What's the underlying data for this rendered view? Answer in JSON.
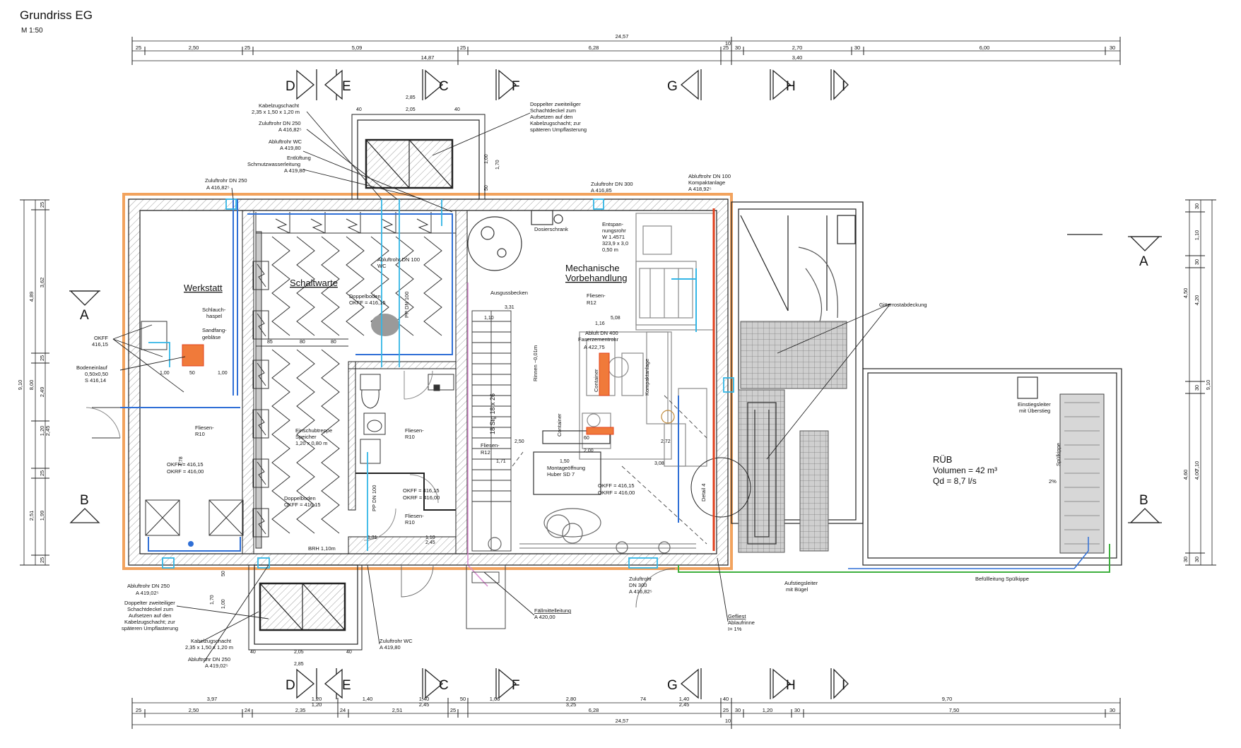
{
  "drawing": {
    "title": "Grundriss EG",
    "scale": "M 1:50"
  },
  "colors": {
    "line": "#222222",
    "wall_fill": "#e6e6e6",
    "insulation": "#f2a35e",
    "blue_pipe": "#2f6fd6",
    "cyan_pipe": "#33b6e6",
    "red_pipe": "#e2401c",
    "green_pipe": "#3fb03f",
    "pink_pipe": "#d98ad0",
    "grey_equipment": "#9a9a9a"
  },
  "dims_top_total": "24,57",
  "dims_top_row1": [
    "25",
    "2,50",
    "25",
    "5,09",
    "25",
    "6,28",
    "25",
    "30",
    "2,70",
    "30",
    "6,00",
    "30"
  ],
  "dims_top_row2": [
    "14,87",
    "10",
    "3,40"
  ],
  "dims_bottom_row1": [
    "3,97",
    "1,20",
    "1,20",
    "1,40",
    "1,40",
    "2,45",
    "50",
    "1,06",
    "2,80",
    "3,25",
    "74",
    "1,40",
    "2,45",
    "40",
    "9,70"
  ],
  "dims_bottom_row2": [
    "25",
    "2,50",
    "24",
    "2,35",
    "24",
    "2,51",
    "25",
    "6,28",
    "25",
    "30",
    "1,20",
    "30",
    "7,50",
    "30"
  ],
  "dims_bottom_total": [
    "24,57",
    "10"
  ],
  "dims_left_outer": "9,10",
  "dims_left": [
    "25",
    "3,62",
    "25",
    "2,49",
    "1,20",
    "25",
    "1,99",
    "25"
  ],
  "dims_left_inner": [
    "4,89",
    "8,00",
    "2,45",
    "2,51"
  ],
  "dims_right": [
    "30",
    "1,10",
    "30",
    "30",
    "30",
    "30"
  ],
  "dims_right_inner": [
    "4,50",
    "4,20",
    "7,10",
    "4,60",
    "4,00"
  ],
  "dims_right_outer": "9,10",
  "section_markers_top": [
    "D",
    "E",
    "C",
    "F",
    "G",
    "H",
    "I"
  ],
  "section_markers_bottom": [
    "D",
    "E",
    "C",
    "F",
    "G",
    "H",
    "I"
  ],
  "section_a": "A",
  "section_b": "B",
  "rooms": {
    "werkstatt": "Werkstatt",
    "schaltwarte": "Schaltwarte",
    "mech_1": "Mechanische",
    "mech_2": "Vorbehandlung",
    "rueb": "RÜB",
    "rueb_volume": "Volumen = 42 m³",
    "rueb_qd": "Qd = 8,7 l/s"
  },
  "labels": {
    "kabelzugschacht_top": "Kabelzugschacht",
    "kabelzugschacht_top_dim": "2,35 x 1,50 x 1,20 m",
    "zuluft_dn250_top": "Zuluftrohr DN 250",
    "zuluft_dn250_top_h": "A 416,82⁵",
    "abluft_wc_top": "Abluftrohr WC",
    "abluft_wc_top_h": "A 419,80",
    "entlueftung": "Entlüftung",
    "schmutzwasser": "Schmutzwasserleitung",
    "schmutzwasser_h": "A 419,80",
    "zuluft_dn250_left": "Zuluftrohr DN 250",
    "zuluft_dn250_left_h": "A 416,82⁵",
    "doppelter_top_1": "Doppelter zweiteiliger",
    "doppelter_top_2": "Schachtdeckel zum",
    "doppelter_top_3": "Aufsetzen auf den",
    "doppelter_top_4": "Kabelzugschacht; zur",
    "doppelter_top_5": "späteren Umpflasterung",
    "zuluft_dn300_top": "Zuluftrohr DN 300",
    "zuluft_dn300_top_h": "A 416,85",
    "abluft_dn100_top": "Abluftrohr DN 100",
    "kompaktanlage": "Kompaktanlage",
    "abluft_dn100_top_h": "A 418,92⁵",
    "dosierschrank": "Dosierschrank",
    "entspannungsrohr_1": "Entspan-",
    "entspannungsrohr_2": "nungsrohr",
    "entspannungsrohr_3": "W 1.4571",
    "entspannungsrohr_4": "323,9 x 3,0",
    "entspannungsrohr_5": "0,50 m",
    "ausgussbecken": "Ausgussbecken",
    "fliesen_r12_a": "Fliesen-",
    "fliesen_r12_b": "R12",
    "abluft_dn400": "Abluft DN 400",
    "faserzementrohr": "Faserzementrohr",
    "abluft_dn400_h": "A 422,75",
    "gitterrost": "Gitterrostabdeckung",
    "okff_left": "OKFF",
    "okff_left_h": "416,15",
    "schlauchhaspel_1": "Schlauch-",
    "schlauchhaspel_2": "haspel",
    "sandfang_1": "Sandfang-",
    "sandfang_2": "gebläse",
    "bodeneinlauf": "Bodeneinlauf",
    "bodeneinlauf_dim": "0,50x0,50",
    "bodeneinlauf_h": "S 416,14",
    "doppelboden_1": "Doppelboden",
    "doppelboden_okff": "OKFF =   416,15",
    "doppelboden_2": "Doppelboden",
    "doppelboden_okff_2": "OKFF =   416,15",
    "abluft_dn100_wc": "Abluftrohr DN 100",
    "wc": "WC",
    "pp_dn100": "PP DN 100",
    "einschub_1": "Einschubtreppe",
    "einschub_2": "Speicher",
    "einschub_3": "1,20 x 0,80 m",
    "fliesen_r10_a": "Fliesen-",
    "fliesen_r10_b": "R10",
    "okff_a": "OKFF =   416,15",
    "okrf_a": "OKRF =   416,00",
    "okff_b": "OKFF =   416,15",
    "okrf_b": "OKRF =   416,00",
    "okff_c": "OKFF =   416,15",
    "okrf_c": "OKRF =   416,00",
    "stairs": "18 Stg 18 x 26",
    "montage_1": "Montageöffnung",
    "montage_2": "Huber SD 7",
    "container": "Container",
    "kompaktanlage_v": "Kompaktanlage",
    "rinnen": "Rinnen ~0,01m",
    "detail": "Detail 4",
    "brh": "BRH 1,10m",
    "einstiegsleiter_1": "Einstiegsleiter",
    "einstiegsleiter_2": "mit Überstieg",
    "spuelkippe": "Spülkippe",
    "gefaelle": "2%",
    "abluft_dn250_bl": "Abluftrohr DN 250",
    "abluft_dn250_bl_h": "A 419,02⁵",
    "doppelter_bot_1": "Doppelter zweiteiliger",
    "doppelter_bot_2": "Schachtdeckel zum",
    "doppelter_bot_3": "Aufsetzen auf den",
    "doppelter_bot_4": "Kabelzugschacht; zur",
    "doppelter_bot_5": "späteren Umpflasterung",
    "kabelzugschacht_bot": "Kabelzugschacht",
    "kabelzugschacht_bot_dim": "2,35 x 1,50 x 1,20 m",
    "abluft_dn250_bot": "Abluftrohr DN 250",
    "abluft_dn250_bot_h": "A 419,02⁵",
    "zuluft_wc": "Zuluftrohr WC",
    "zuluft_wc_h": "A 419,80",
    "faellmittel": "Fällmittelleitung",
    "faellmittel_h": "A 420,00",
    "zuluft_dn300_bot_1": "Zuluftrohr",
    "zuluft_dn300_bot_2": "DN 300",
    "zuluft_dn300_bot_h": "A 416,82⁵",
    "gefliest_1": "Gefliest",
    "gefliest_2": "Ablaufrinne",
    "gefliest_3": "I= 1%",
    "aufstiegsleiter_1": "Aufstiegsleiter",
    "aufstiegsleiter_2": "mit Bügel",
    "befuellleitung": "Befüllleitung Spülkippe"
  },
  "interior_dims": {
    "d_331": "3,31",
    "d_110": "1,10",
    "d_508": "5,08",
    "d_116": "1,16",
    "d_100_l": "1,00",
    "d_50_l": "50",
    "d_100_r": "1,00",
    "d_85": "85",
    "d_80": "80",
    "d_80b": "80",
    "d_478": "4,78",
    "d_250": "2,50",
    "d_272": "2,72",
    "d_308": "3,08",
    "d_131": "1,31",
    "d_110b": "1,10",
    "d_245": "2,45",
    "d_285_top": "2,85",
    "d_205_top": "2,05",
    "d_40a": "40",
    "d_40b": "40",
    "d_285_bot": "2,85",
    "d_205_bot": "2,05",
    "d_40c": "40",
    "d_40d": "40",
    "d_100_v": "1,00",
    "d_170_v": "1,70",
    "d_50_v": "50",
    "d_100_vb": "1,00",
    "d_170_vb": "1,70",
    "d_50_vb": "50",
    "d_150": "1,50",
    "d_171": "1,71",
    "d_60": "60",
    "d_200": "2,00"
  }
}
